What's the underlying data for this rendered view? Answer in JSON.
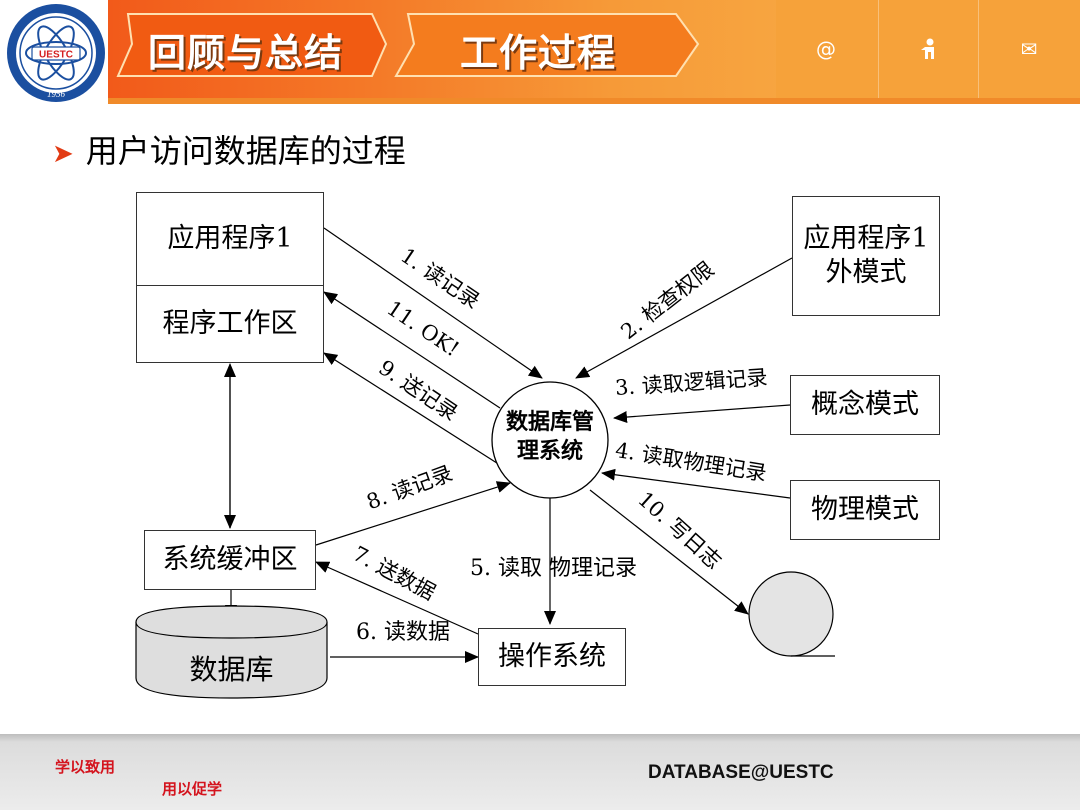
{
  "header": {
    "tabs": [
      {
        "label": "回顾与总结"
      },
      {
        "label": "工作过程"
      }
    ],
    "icons": [
      {
        "name": "email-at-icon",
        "glyph": "@"
      },
      {
        "name": "person-icon",
        "glyph": "👤"
      },
      {
        "name": "envelope-icon",
        "glyph": "✉"
      }
    ],
    "logo_text": {
      "abbr": "UESTC",
      "year": "1956"
    }
  },
  "title": {
    "text": "用户访问数据库的过程"
  },
  "diagram": {
    "app_box": {
      "top": "应用程序1",
      "bottom": "程序工作区"
    },
    "external_schema": {
      "line1": "应用程序1",
      "line2": "外模式"
    },
    "conceptual_schema": "概念模式",
    "physical_schema": "物理模式",
    "dbms": {
      "line1": "数据库管",
      "line2": "理系统"
    },
    "buffer": "系统缓冲区",
    "database": "数据库",
    "os": "操作系统",
    "steps": {
      "s1": "1. 读记录",
      "s2": "2. 检查权限",
      "s3": "3. 读取逻辑记录",
      "s4": "4. 读取物理记录",
      "s5": "5. 读取 物理记录",
      "s6": "6. 读数据",
      "s7": "7. 送数据",
      "s8": "8. 读记录",
      "s9": "9. 送记录",
      "s10": "10. 写日志",
      "s11": "11. OK!"
    }
  },
  "footer": {
    "motto1": "学以致用",
    "motto2": "用以促学",
    "brand": "DATABASE@UESTC"
  },
  "colors": {
    "header_orange": "#f47a28",
    "footer_red": "#d4141e",
    "bullet_red": "#e23b14"
  }
}
